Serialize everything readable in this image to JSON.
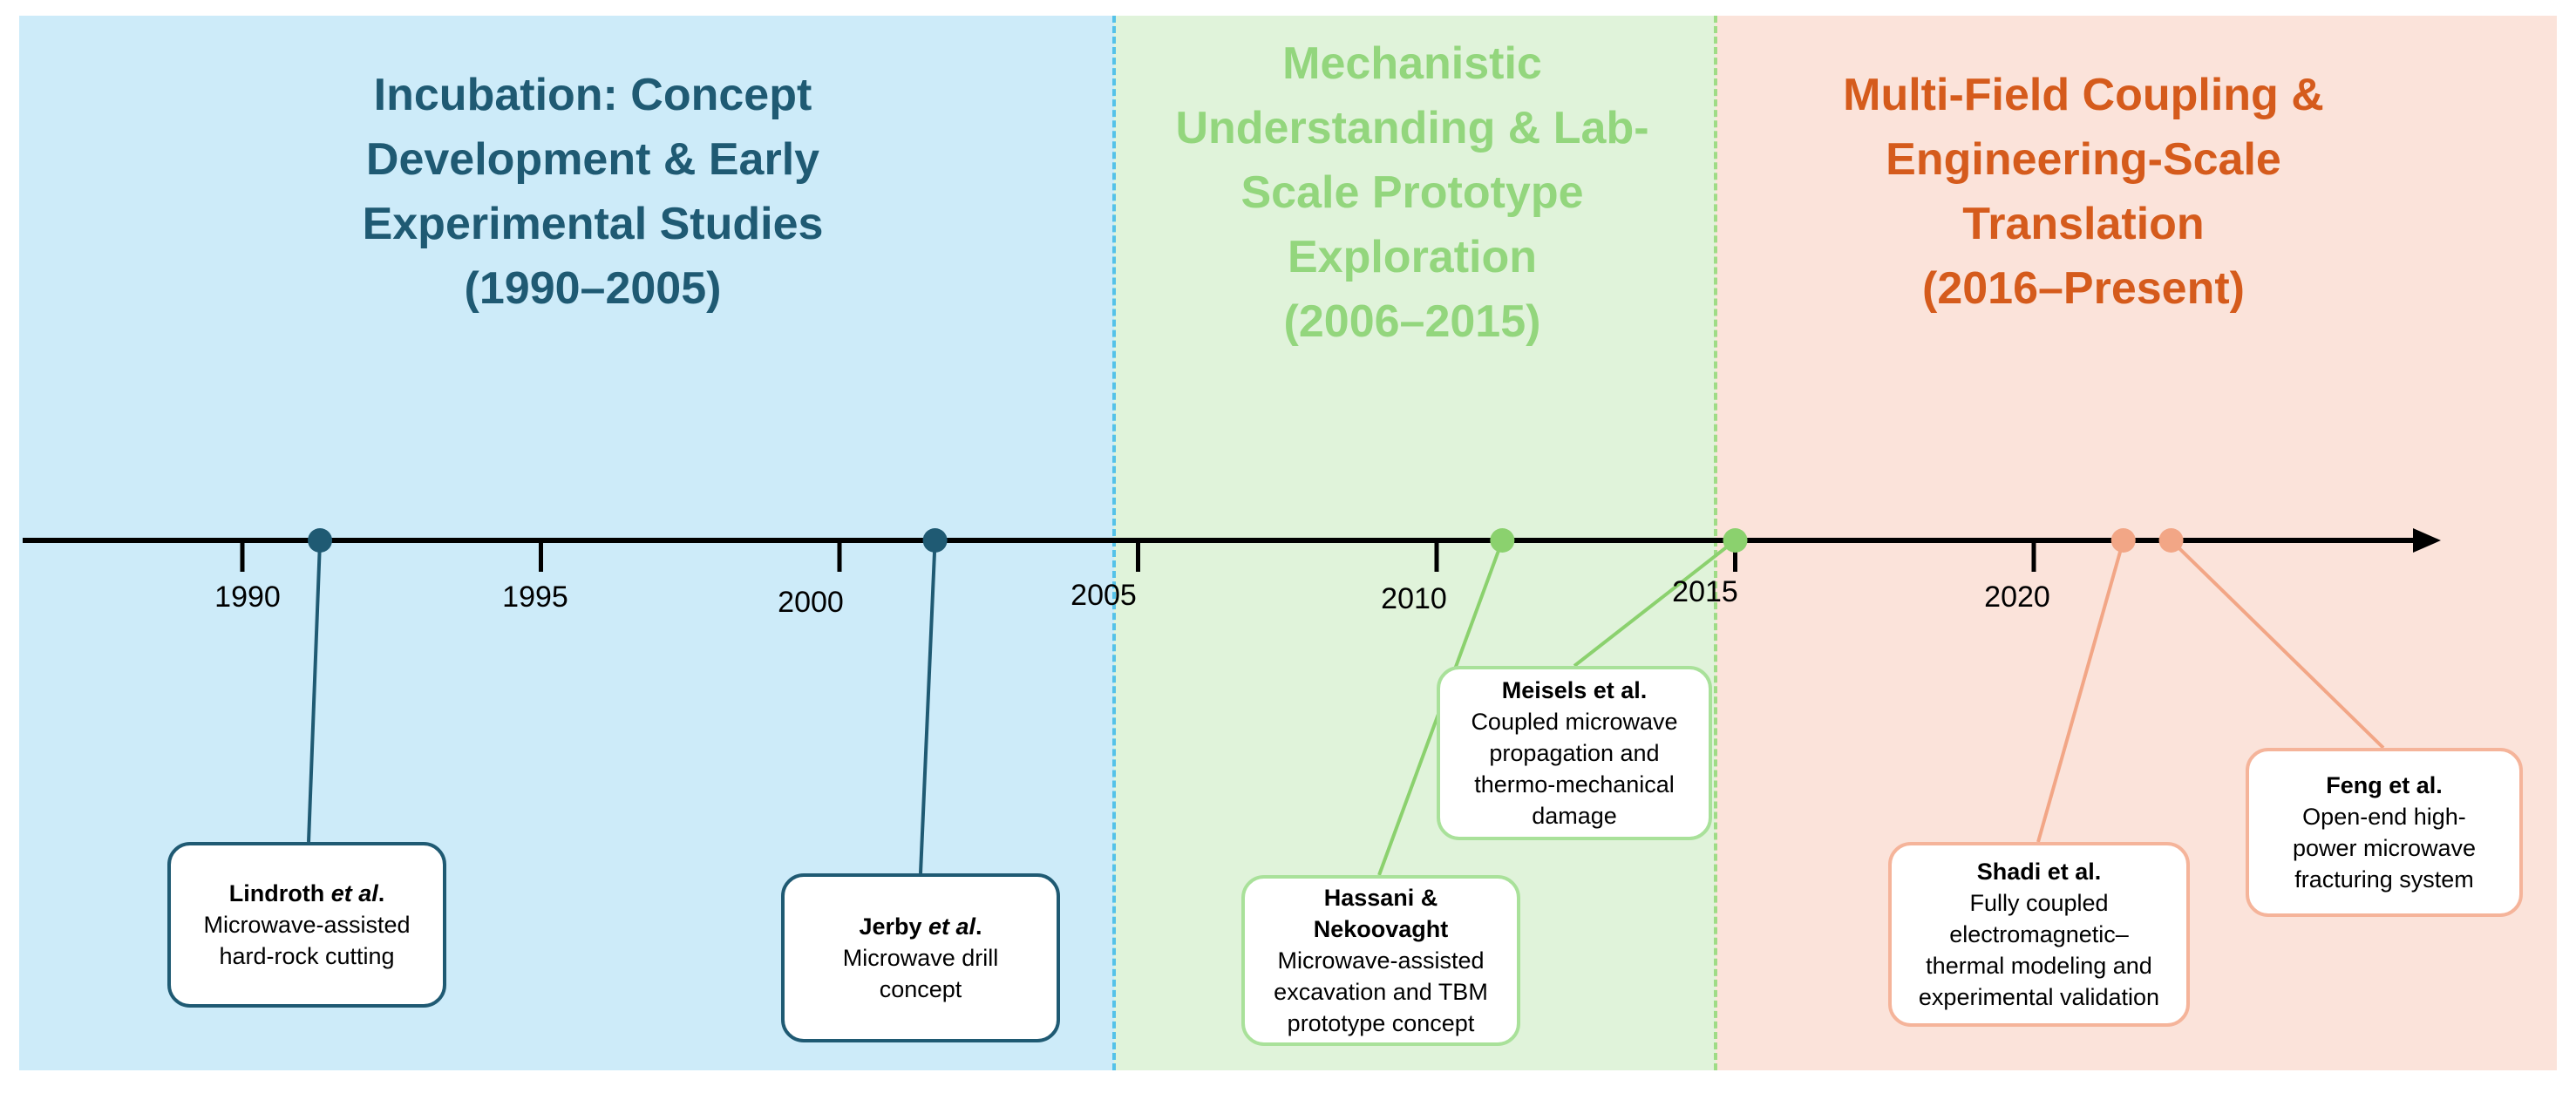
{
  "colors": {
    "phase1_bg": "#cdebf9",
    "phase2_bg": "#e0f3da",
    "phase3_bg": "#fbe3da",
    "phase1_text": "#1f5a73",
    "phase2_text": "#93d67d",
    "phase3_text": "#d55b1c",
    "phase1_box": "#1f5a73",
    "phase2_box": "#a9e19a",
    "phase3_box": "#f5b49a",
    "phase1_dot": "#1f5a73",
    "phase2_dot": "#8bd16e",
    "phase3_dot": "#f2a686",
    "divider1": "#55c2e8",
    "divider2": "#9fdc86",
    "axis": "#000000"
  },
  "phases": [
    {
      "lines": [
        "Incubation: Concept",
        "Development & Early",
        "Experimental Studies",
        "(1990–2005)"
      ]
    },
    {
      "lines": [
        "Mechanistic",
        "Understanding & Lab-",
        "Scale Prototype",
        "Exploration",
        "(2006–2015)"
      ]
    },
    {
      "lines": [
        "Multi-Field Coupling &",
        "Engineering-Scale",
        "Translation",
        "(2016–Present)"
      ]
    }
  ],
  "timeline": {
    "year_labels": [
      "1990",
      "1995",
      "2000",
      "2005",
      "2010",
      "2015",
      "2020"
    ]
  },
  "events": [
    {
      "year": 1991.3,
      "phase": 1,
      "author": "Lindroth ",
      "author_suffix": "et al",
      "author_end": ".",
      "desc": [
        "Microwave-assisted",
        "hard-rock cutting"
      ]
    },
    {
      "year": 2001.6,
      "phase": 1,
      "author": "Jerby ",
      "author_suffix": "et al",
      "author_end": ".",
      "desc": [
        "Microwave drill",
        "concept"
      ]
    },
    {
      "year": 2011.1,
      "phase": 2,
      "author": "Hassani &",
      "author_line2": "Nekoovaght",
      "desc": [
        "Microwave-assisted",
        "excavation and TBM",
        "prototype concept"
      ]
    },
    {
      "year": 2015.0,
      "phase": 2,
      "author": "Meisels et al.",
      "desc": [
        "Coupled microwave",
        "propagation and",
        "thermo-mechanical",
        "damage"
      ]
    },
    {
      "year": 2021.5,
      "phase": 3,
      "author": "Shadi et al.",
      "desc": [
        "Fully coupled",
        "electromagnetic–",
        "thermal modeling and",
        "experimental validation"
      ]
    },
    {
      "year": 2022.3,
      "phase": 3,
      "author": "Feng et al.",
      "desc": [
        "Open-end high-",
        "power microwave",
        "fracturing system"
      ]
    }
  ]
}
